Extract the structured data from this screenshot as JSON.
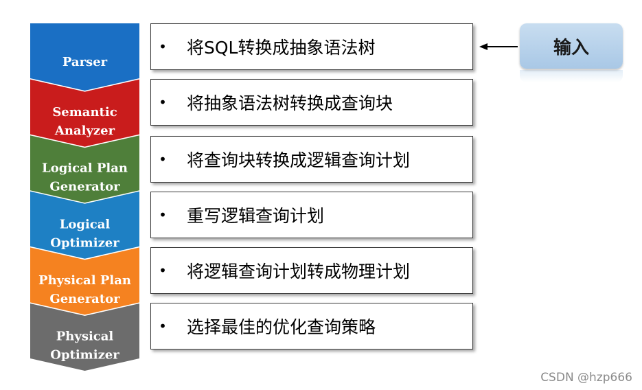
{
  "stages": [
    {
      "lines": [
        "Parser"
      ],
      "color": "#1a6fc4",
      "description": "将SQL转换成抽象语法树"
    },
    {
      "lines": [
        "Semantic",
        "Analyzer"
      ],
      "color": "#c91c1c",
      "description": "将抽象语法树转换成查询块"
    },
    {
      "lines": [
        "Logical Plan",
        "Generator"
      ],
      "color": "#4f7f3a",
      "description": "将查询块转换成逻辑查询计划"
    },
    {
      "lines": [
        "Logical",
        "Optimizer"
      ],
      "color": "#1e80c4",
      "description": "重写逻辑查询计划"
    },
    {
      "lines": [
        "Physical Plan",
        "Generator"
      ],
      "color": "#f58220",
      "description": "将逻辑查询计划转成物理计划"
    },
    {
      "lines": [
        "Physical",
        "Optimizer"
      ],
      "color": "#6c6c6c",
      "description": "选择最佳的优化查询策略"
    }
  ],
  "input": {
    "label": "输入"
  },
  "bullet_char": "•",
  "watermark": "CSDN @hzp666"
}
